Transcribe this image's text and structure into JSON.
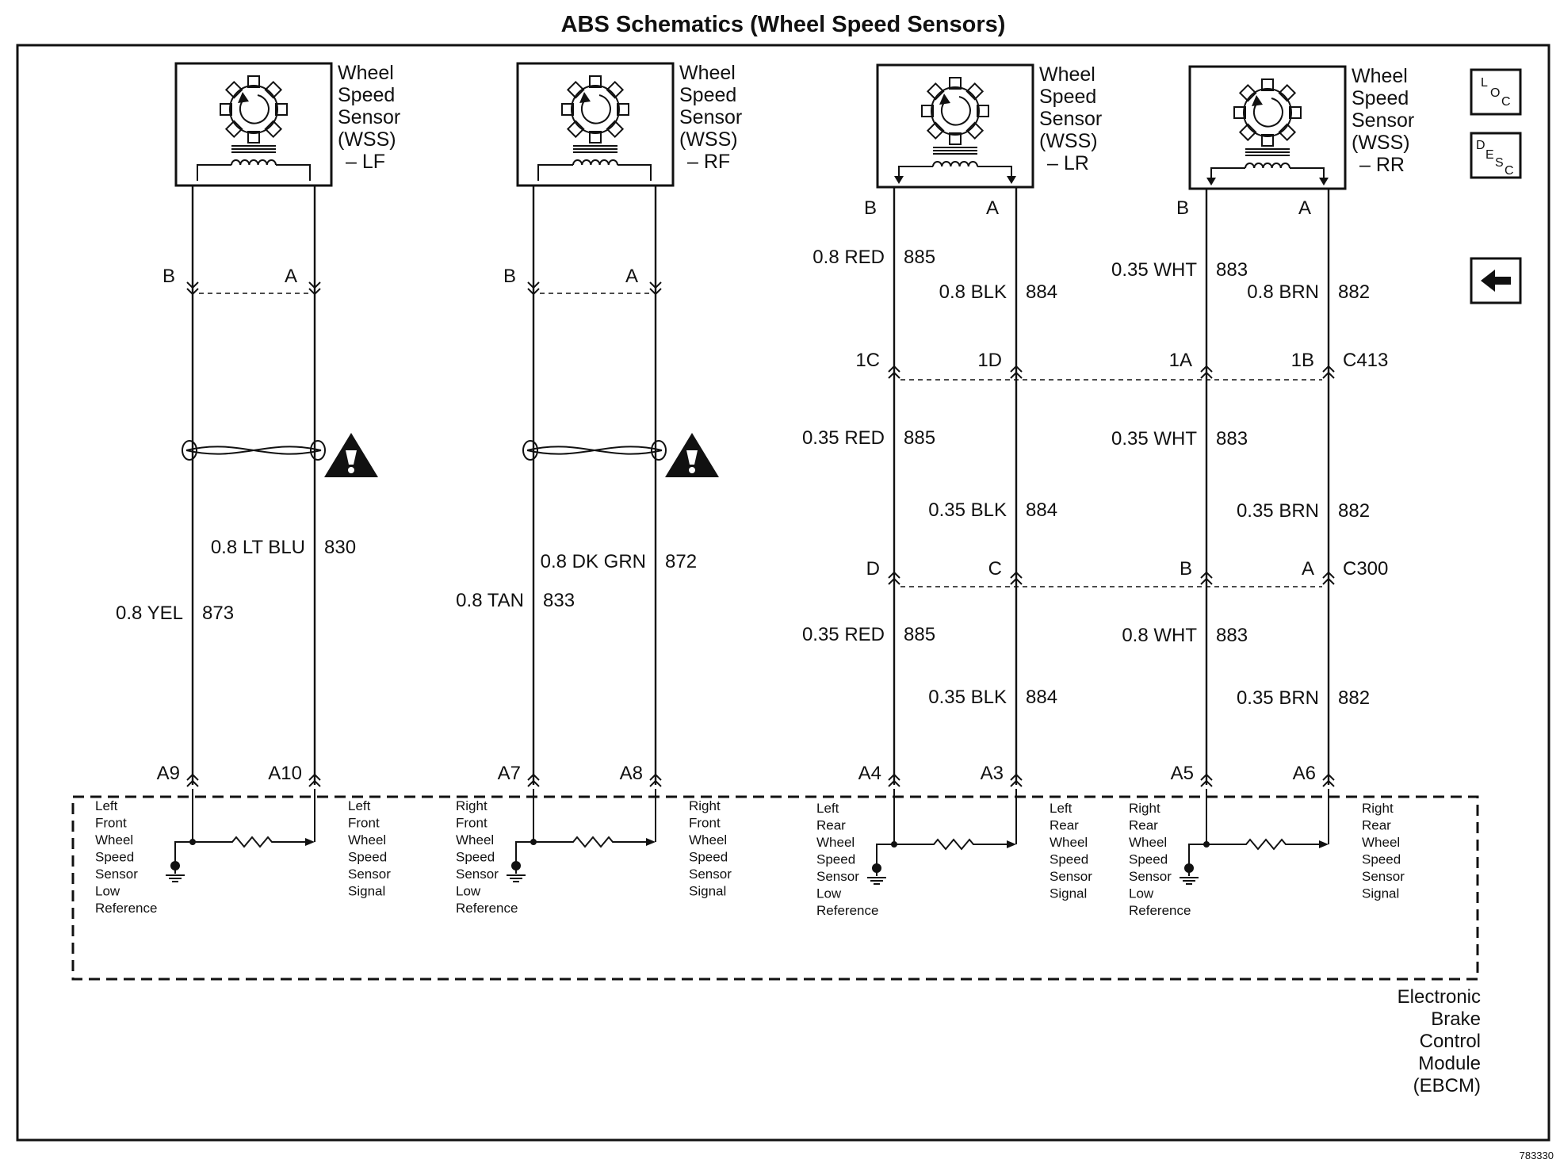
{
  "title": "ABS Schematics (Wheel Speed Sensors)",
  "doc_number": "783330",
  "sensor_words": [
    "Wheel",
    "Speed",
    "Sensor",
    "(WSS)"
  ],
  "sensors": [
    {
      "suffix": "– LF"
    },
    {
      "suffix": "– RF"
    },
    {
      "suffix": "– LR"
    },
    {
      "suffix": "– RR"
    }
  ],
  "front_connector_pins": [
    "B",
    "A"
  ],
  "front_wires": [
    {
      "left": {
        "label": "0.8 YEL",
        "circuit": "873"
      },
      "right": {
        "label": "0.8 LT BLU",
        "circuit": "830"
      }
    },
    {
      "left": {
        "label": "0.8 TAN",
        "circuit": "833"
      },
      "right": {
        "label": "0.8 DK GRN",
        "circuit": "872"
      }
    }
  ],
  "rear_sensor_pins": [
    "B",
    "A"
  ],
  "rear_upper_wires": [
    {
      "label": "0.8 RED",
      "circuit": "885"
    },
    {
      "label": "0.8 BLK",
      "circuit": "884"
    },
    {
      "label": "0.35 WHT",
      "circuit": "883"
    },
    {
      "label": "0.8 BRN",
      "circuit": "882"
    }
  ],
  "c413": {
    "name": "C413",
    "pins": [
      "1C",
      "1D",
      "1A",
      "1B"
    ]
  },
  "rear_mid_wires": [
    {
      "label": "0.35 RED",
      "circuit": "885"
    },
    {
      "label": "0.35 BLK",
      "circuit": "884"
    },
    {
      "label": "0.35 WHT",
      "circuit": "883"
    },
    {
      "label": "0.35 BRN",
      "circuit": "882"
    }
  ],
  "c300": {
    "name": "C300",
    "pins": [
      "D",
      "C",
      "B",
      "A"
    ]
  },
  "rear_lower_wires": [
    {
      "label": "0.35 RED",
      "circuit": "885"
    },
    {
      "label": "0.35 BLK",
      "circuit": "884"
    },
    {
      "label": "0.8 WHT",
      "circuit": "883"
    },
    {
      "label": "0.35 BRN",
      "circuit": "882"
    }
  ],
  "ebcm_pins": [
    "A9",
    "A10",
    "A7",
    "A8",
    "A4",
    "A3",
    "A5",
    "A6"
  ],
  "module_labels": [
    {
      "low": [
        "Left",
        "Front",
        "Wheel",
        "Speed",
        "Sensor",
        "Low",
        "Reference"
      ],
      "signal": [
        "Left",
        "Front",
        "Wheel",
        "Speed",
        "Sensor",
        "Signal"
      ]
    },
    {
      "low": [
        "Right",
        "Front",
        "Wheel",
        "Speed",
        "Sensor",
        "Low",
        "Reference"
      ],
      "signal": [
        "Right",
        "Front",
        "Wheel",
        "Speed",
        "Sensor",
        "Signal"
      ]
    },
    {
      "low": [
        "Left",
        "Rear",
        "Wheel",
        "Speed",
        "Sensor",
        "Low",
        "Reference"
      ],
      "signal": [
        "Left",
        "Rear",
        "Wheel",
        "Speed",
        "Sensor",
        "Signal"
      ]
    },
    {
      "low": [
        "Right",
        "Rear",
        "Wheel",
        "Speed",
        "Sensor",
        "Low",
        "Reference"
      ],
      "signal": [
        "Right",
        "Rear",
        "Wheel",
        "Speed",
        "Sensor",
        "Signal"
      ]
    }
  ],
  "ebcm_name": [
    "Electronic",
    "Brake",
    "Control",
    "Module",
    "(EBCM)"
  ],
  "icons": {
    "loc": [
      "L",
      "O",
      "C"
    ],
    "desc": [
      "D",
      "E",
      "S",
      "C"
    ],
    "back": "back-arrow-icon"
  }
}
